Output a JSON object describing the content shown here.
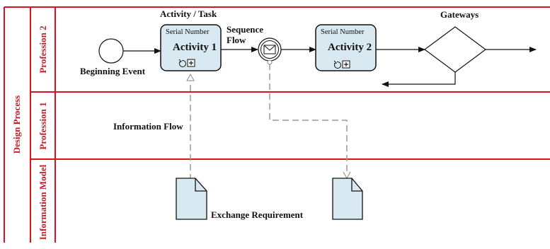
{
  "pool": {
    "label": "Design Process"
  },
  "lanes": [
    {
      "label": "Profession 2"
    },
    {
      "label": "Profession 1"
    },
    {
      "label": "Information Model"
    }
  ],
  "annotations": {
    "activity_task": "Activity / Task",
    "sequence_flow": "Sequence Flow",
    "gateways": "Gateways",
    "beginning_event": "Beginning Event",
    "information_flow": "Information Flow",
    "exchange_requirement": "Exchange Requirement"
  },
  "activities": [
    {
      "serial": "Serial Number",
      "name": "Activity 1"
    },
    {
      "serial": "Serial Number",
      "name": "Activity 2"
    }
  ],
  "colors": {
    "lane_border": "#d9141e",
    "pool_label": "#c0202a",
    "task_fill": "#d8e9f2",
    "doc_fill": "#d8e9f2",
    "info_flow": "#9a9a9a"
  }
}
